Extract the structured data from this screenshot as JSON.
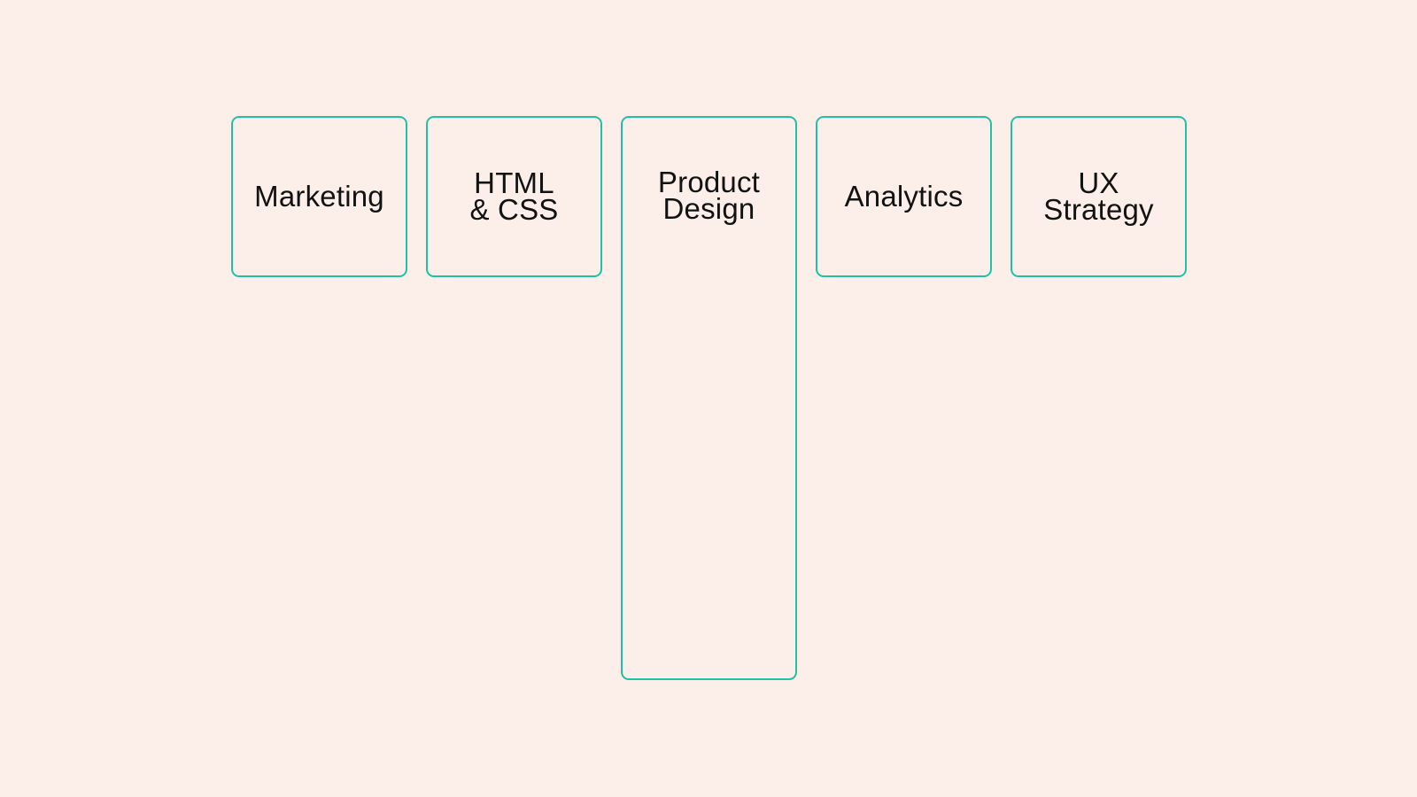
{
  "canvas": {
    "background_color": "#FCEFE9",
    "accent_color": "#20C2A4",
    "text_color": "#121212"
  },
  "cards": [
    {
      "label": "Marketing"
    },
    {
      "label": "HTML\n& CSS"
    },
    {
      "label": "Product\nDesign"
    },
    {
      "label": "Analytics"
    },
    {
      "label": "UX\nStrategy"
    }
  ]
}
